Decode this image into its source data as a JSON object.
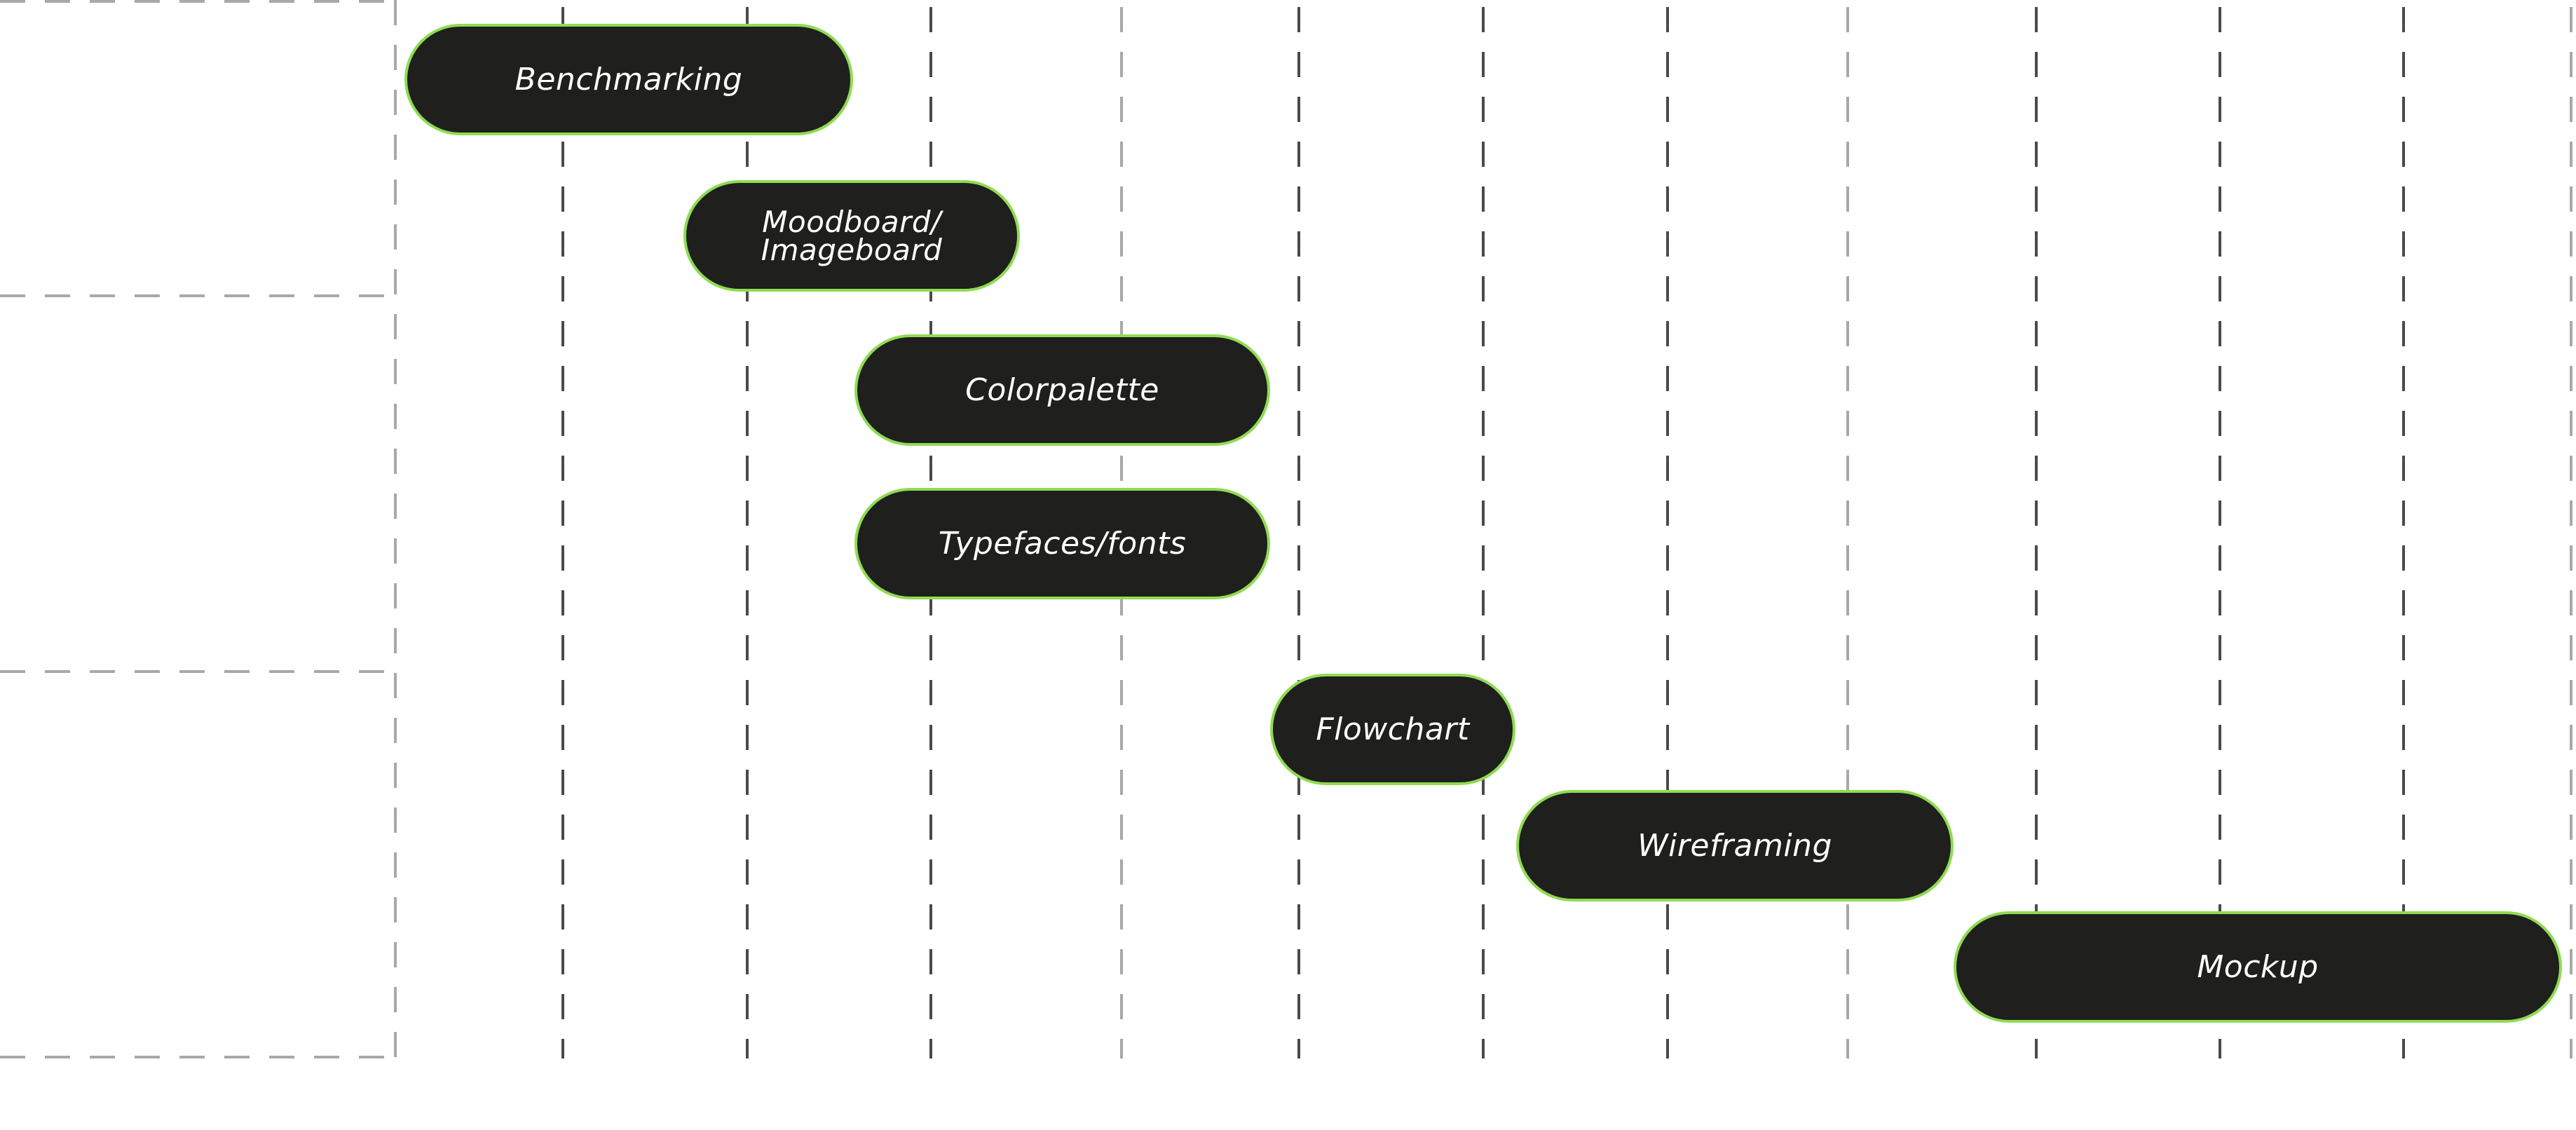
{
  "colors": {
    "pill_fill": "#1f1f1d",
    "pill_border": "#8fdb52",
    "pill_text": "#ffffff",
    "grid_dark": "#4a4a4a",
    "grid_light": "#a8a8a8"
  },
  "tasks": [
    {
      "id": "benchmarking",
      "label": "Benchmarking"
    },
    {
      "id": "moodboard",
      "label": "Moodboard/\nImageboard"
    },
    {
      "id": "colorpalette",
      "label": "Colorpalette"
    },
    {
      "id": "typefaces",
      "label": "Typefaces/fonts"
    },
    {
      "id": "flowchart",
      "label": "Flowchart"
    },
    {
      "id": "wireframing",
      "label": "Wireframing"
    },
    {
      "id": "mockup",
      "label": "Mockup"
    }
  ]
}
